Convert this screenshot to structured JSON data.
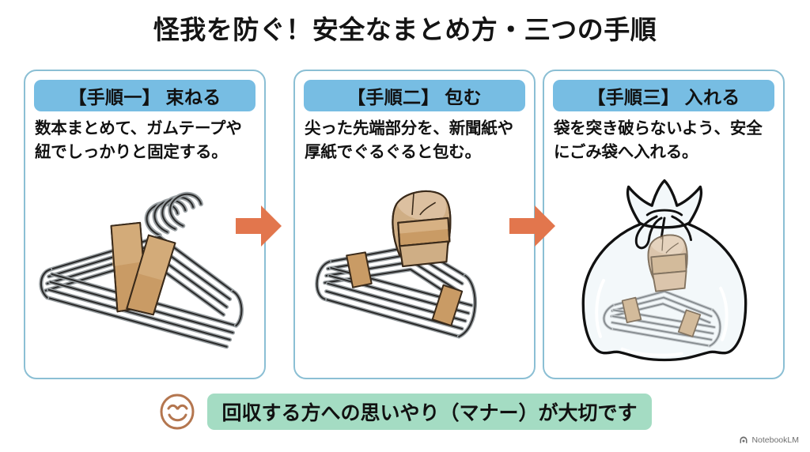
{
  "page": {
    "title": "怪我を防ぐ！安全なまとめ方・三つの手順",
    "background_color": "#FFFFFF",
    "title_color": "#141414"
  },
  "colors": {
    "card_border": "#8BBFD4",
    "badge_blue": "#77BDE3",
    "arrow_orange": "#E2764D",
    "footer_green": "#A4DCC3",
    "smiley_brown": "#B4764F",
    "tape_tan": "#C99B65",
    "wire_grey": "#BFC4C7",
    "outline_dark": "#2B2B2B"
  },
  "steps": [
    {
      "badge": "【手順一】 束ねる",
      "body": "数本まとめて、ガムテープや紐でしっかりと固定する。",
      "illustration": "bundled-wire-hangers-with-tape"
    },
    {
      "badge": "【手順二】 包む",
      "body": "尖った先端部分を、新聞紙や厚紙でぐるぐると包む。",
      "illustration": "hanger-hooks-wrapped-in-paper"
    },
    {
      "badge": "【手順三】 入れる",
      "body": "袋を突き破らないよう、安全にごみ袋へ入れる。",
      "illustration": "wrapped-hangers-inside-tied-trash-bag"
    }
  ],
  "arrows": [
    {
      "name": "arrow-step-1-to-2",
      "direction": "right"
    },
    {
      "name": "arrow-step-2-to-3",
      "direction": "right"
    }
  ],
  "footer": {
    "icon": "smiley-face-icon",
    "message": "回収する方への思いやり（マナー）が大切です"
  },
  "watermark": {
    "label": "NotebookLM"
  }
}
